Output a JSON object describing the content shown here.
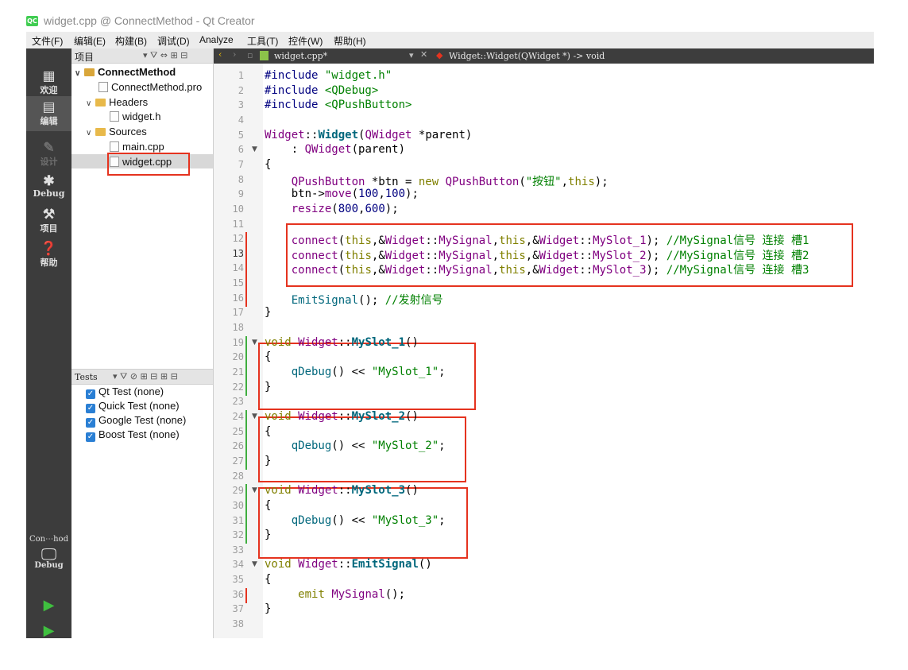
{
  "window": {
    "title": "widget.cpp @ ConnectMethod - Qt Creator",
    "logo_text": "QC"
  },
  "menu": [
    "文件(F)",
    "编辑(E)",
    "构建(B)",
    "调试(D)",
    "Analyze",
    "工具(T)",
    "控件(W)",
    "帮助(H)"
  ],
  "modes": [
    {
      "label": "欢迎",
      "icon": "grid-icon"
    },
    {
      "label": "编辑",
      "icon": "edit-icon"
    },
    {
      "label": "设计",
      "icon": "pen-icon"
    },
    {
      "label": "Debug",
      "icon": "bug-icon"
    },
    {
      "label": "项目",
      "icon": "wrench-icon"
    },
    {
      "label": "帮助",
      "icon": "help-icon"
    }
  ],
  "kit": {
    "project": "Con⋯hod",
    "build": "Debug"
  },
  "project_panel": {
    "title": "项目",
    "tree": {
      "root": "ConnectMethod",
      "pro": "ConnectMethod.pro",
      "headers": "Headers",
      "header_file": "widget.h",
      "sources": "Sources",
      "main": "main.cpp",
      "widget_cpp": "widget.cpp"
    }
  },
  "tests_panel": {
    "title": "Tests",
    "items": [
      "Qt Test (none)",
      "Quick Test (none)",
      "Google Test (none)",
      "Boost Test (none)"
    ]
  },
  "editor": {
    "file_tab": "widget.cpp*",
    "symbol": "Widget::Widget(QWidget *) -> void",
    "current_line": 13
  },
  "colors": {
    "accent_red": "#e5331f",
    "sidebar": "#3c3c3c",
    "keyword": "#808000",
    "string": "#008000",
    "type": "#800080"
  }
}
